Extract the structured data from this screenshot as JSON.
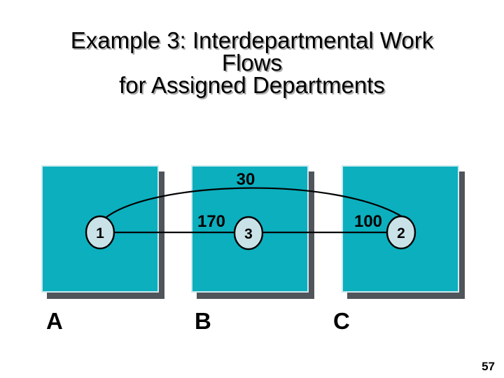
{
  "slide": {
    "title_lines": [
      "Example 3: Interdepartmental Work",
      "Flows",
      "for Assigned Departments"
    ],
    "page_number": "57"
  },
  "diagram": {
    "departments": [
      {
        "label": "A",
        "node_id": "1"
      },
      {
        "label": "B",
        "node_id": "3"
      },
      {
        "label": "C",
        "node_id": "2"
      }
    ],
    "flows": [
      {
        "from_node": "1",
        "to_node": "2",
        "value": "30"
      },
      {
        "from_node": "1",
        "to_node": "3",
        "value": "170"
      },
      {
        "from_node": "3",
        "to_node": "2",
        "value": "100"
      }
    ],
    "colors": {
      "box_fill": "#0cafbe",
      "box_border": "#cdeaef",
      "box_shadow": "#50555b",
      "node_fill": "#c9e2e8",
      "line_color": "#000000",
      "title_shadow": "#ababab"
    }
  }
}
